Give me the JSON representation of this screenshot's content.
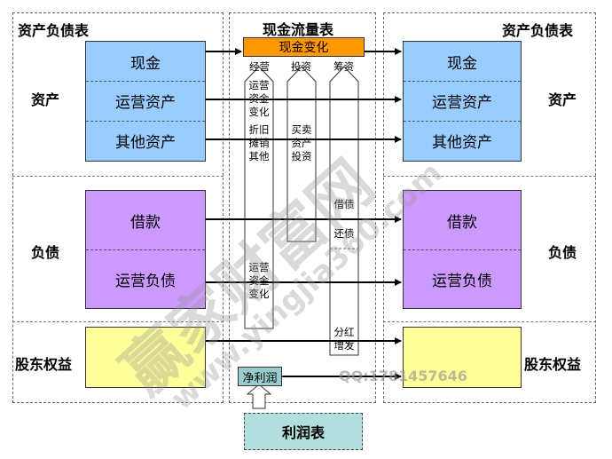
{
  "left_panel": {
    "title": "资产负债表",
    "asset_label": "资产",
    "asset_items": [
      "现金",
      "运营资产",
      "其他资产"
    ],
    "liability_label": "负债",
    "liability_items": [
      "借款",
      "运营负债"
    ],
    "equity_label": "股东权益"
  },
  "center_panel": {
    "title": "现金流量表",
    "cash_change": "现金变化",
    "columns": [
      "经营",
      "投资",
      "筹资"
    ],
    "operating_top": [
      "运营",
      "资金",
      "变化"
    ],
    "operating_mid": [
      "折旧",
      "摊销",
      "其他"
    ],
    "operating_bottom": [
      "运营",
      "资金",
      "变化"
    ],
    "investing": [
      "买卖",
      "资产",
      "投资"
    ],
    "financing_borrow": "借债",
    "financing_repay": "还债",
    "financing_dividend": [
      "分红",
      "增发"
    ],
    "net_income": "净利润"
  },
  "right_panel": {
    "title": "资产负债表",
    "asset_label": "资产",
    "asset_items": [
      "现金",
      "运营资产",
      "其他资产"
    ],
    "liability_label": "负债",
    "liability_items": [
      "借款",
      "运营负债"
    ],
    "equity_label": "股东权益"
  },
  "income_statement": "利润表",
  "watermark": {
    "main": "赢家财富网",
    "url": "www.yingjia360.com",
    "qq": "QQ:1781457646"
  },
  "colors": {
    "asset_fill": "#99ccff",
    "liability_fill": "#cc99ff",
    "equity_fill": "#ffff99",
    "cash_change_fill": "#ff9900",
    "net_income_fill": "#99cccc",
    "income_statement_fill": "#b3dede"
  }
}
